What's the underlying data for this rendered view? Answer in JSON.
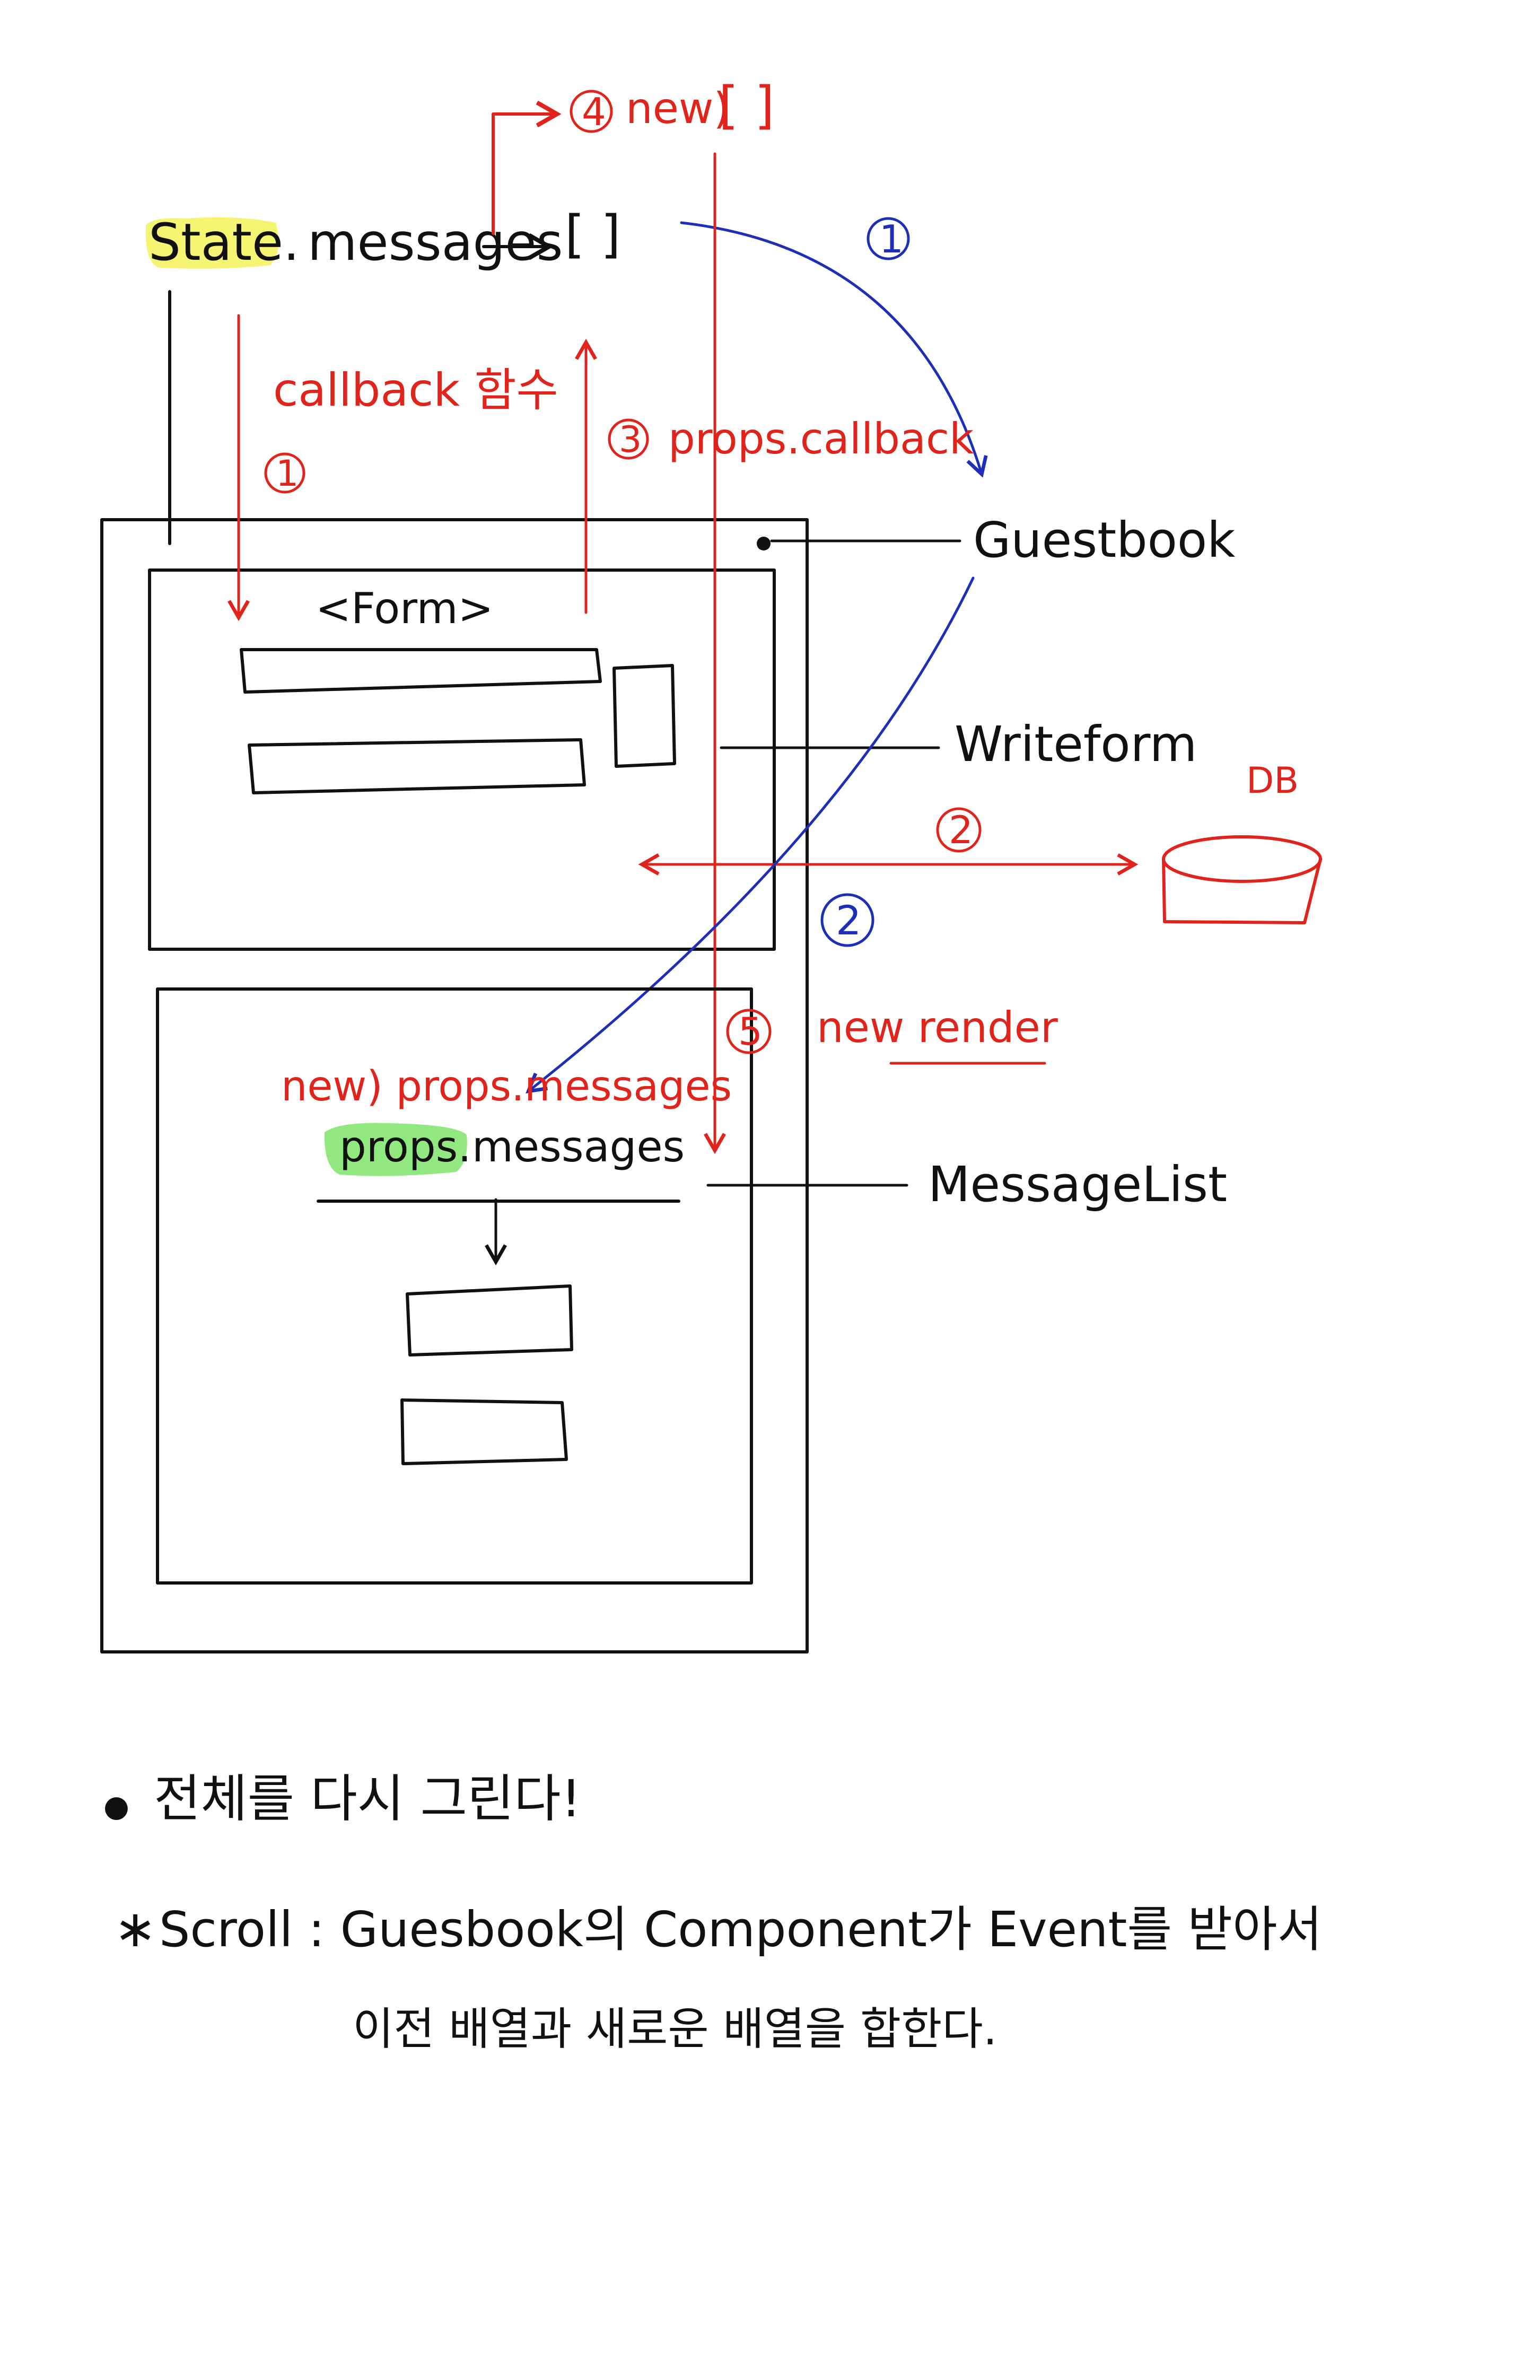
{
  "colors": {
    "ink": "#111111",
    "red": "#e0241b",
    "blue": "#1d2fb8",
    "highlight_yellow": "#f3f35a",
    "highlight_green": "#7ee36a"
  },
  "top": {
    "state_label": "State.",
    "messages_label": "messages",
    "arrow_right": "→",
    "empty_array": "[ ]",
    "step4_marker": "④",
    "new_label": "new)",
    "new_array": "[ ]",
    "blue_step1_marker": "①"
  },
  "left_flow": {
    "callback_label": "callback 함수",
    "step1_marker": "①",
    "step3_marker": "③",
    "props_callback_label": "props.callback"
  },
  "components": {
    "guestbook_label": "Guestbook",
    "form_label": "<Form>",
    "writeform_label": "Writeform",
    "messagelist_label": "MessageList"
  },
  "db": {
    "label": "DB",
    "red_step2_marker": "②",
    "blue_step2_marker": "②"
  },
  "render": {
    "step5_marker": "⑤",
    "new_render_label": "new render",
    "new_props_messages_label": "new) props.messages",
    "props_label": "props.",
    "messages_label": "messages"
  },
  "notes": {
    "bullet": "●",
    "note1": "전체를 다시 그린다!",
    "star": "∗",
    "note2_line1": "Scroll : Guesbook의 Component가 Event를 받아서",
    "note2_line2": "이전 배열과 새로운 배열을 합한다."
  }
}
